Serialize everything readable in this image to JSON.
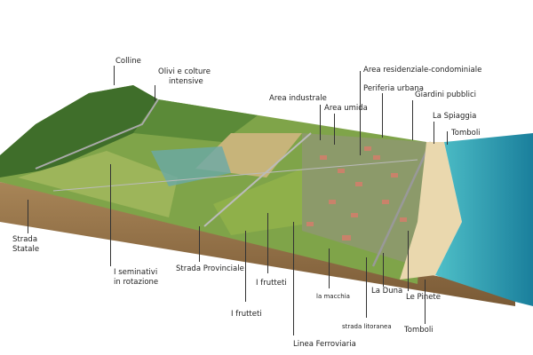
{
  "labels": {
    "colline": "Colline",
    "olivi": "Olivi e colture",
    "olivi2": "intensive",
    "area_residenziale": "Area residenziale-condominiale",
    "periferia": "Periferia urbana",
    "area_industriale": "Area industrale",
    "area_umida": "Area umida",
    "giardini": "Giardini pubblici",
    "spiaggia": "La Spiaggia",
    "tomboli_top": "Tomboli",
    "strada_statale": "Strada",
    "strada_statale2": "Statale",
    "seminativi": "I seminativi",
    "seminativi2": "in rotazione",
    "strada_provinciale": "Strada Provinciale",
    "frutteti_1": "I frutteti",
    "frutteti_2": "I frutteti",
    "macchia": "la macchia",
    "duna": "La Duna",
    "pinete": "Le Pinete",
    "strada_litoranea": "strada litoranea",
    "tomboli_bottom": "Tomboli",
    "ferrovia": "Linea Ferroviaria"
  },
  "colors": {
    "grass": "#6f9a3c",
    "forest": "#3f6e2a",
    "soil": "#9b7a4e",
    "sea": "#2aa1b3",
    "sand": "#ead8ae"
  }
}
